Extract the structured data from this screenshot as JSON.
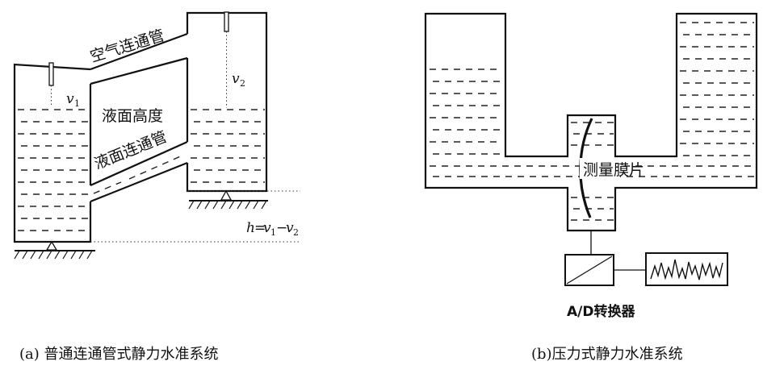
{
  "diagram_a": {
    "air_pipe_label": "空气连通管",
    "liquid_level_label": "液面高度",
    "liquid_pipe_label": "液面连通管",
    "v1": {
      "letter": "v",
      "index": "1"
    },
    "v2": {
      "letter": "v",
      "index": "2"
    },
    "formula": {
      "h": "h",
      "eq": "=",
      "v1": "v",
      "i1": "1",
      "minus": "−",
      "v2": "v",
      "i2": "2"
    },
    "caption": "(a)  普通连通管式静力水准系统"
  },
  "diagram_b": {
    "membrane_label": "测量膜片",
    "converter_label": "A/D转换器",
    "caption": "(b)压力式静力水准系统"
  }
}
